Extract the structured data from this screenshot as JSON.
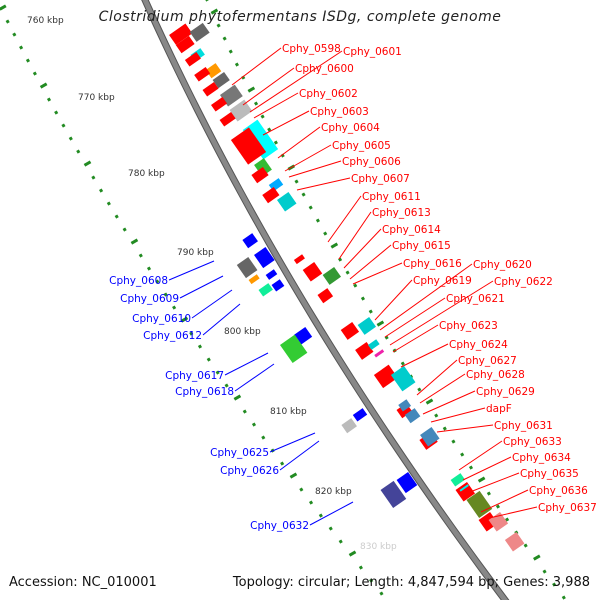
{
  "title": "Clostridium phytofermentans ISDg, complete genome",
  "footer": {
    "accession": "Accession: NC_010001",
    "summary": "Topology: circular; Length: 4,847,594 bp; Genes: 3,988"
  },
  "colors": {
    "forward_label": "#ff0000",
    "reverse_label": "#0000ff",
    "backbone": "#888888",
    "ticks": "#228b22"
  },
  "ruler": [
    "760 kbp",
    "770 kbp",
    "780 kbp",
    "790 kbp",
    "800 kbp",
    "810 kbp",
    "820 kbp",
    "830 kbp"
  ],
  "forward_labels": [
    "Cphy_0598",
    "Cphy_0601",
    "Cphy_0600",
    "Cphy_0602",
    "Cphy_0603",
    "Cphy_0604",
    "Cphy_0605",
    "Cphy_0606",
    "Cphy_0607",
    "Cphy_0611",
    "Cphy_0613",
    "Cphy_0614",
    "Cphy_0615",
    "Cphy_0616",
    "Cphy_0620",
    "Cphy_0619",
    "Cphy_0622",
    "Cphy_0621",
    "Cphy_0623",
    "Cphy_0624",
    "Cphy_0627",
    "Cphy_0628",
    "Cphy_0629",
    "dapF",
    "Cphy_0631",
    "Cphy_0633",
    "Cphy_0634",
    "Cphy_0635",
    "Cphy_0636",
    "Cphy_0637"
  ],
  "reverse_labels": [
    "Cphy_0608",
    "Cphy_0609",
    "Cphy_0610",
    "Cphy_0612",
    "Cphy_0617",
    "Cphy_0618",
    "Cphy_0625",
    "Cphy_0626",
    "Cphy_0632"
  ]
}
